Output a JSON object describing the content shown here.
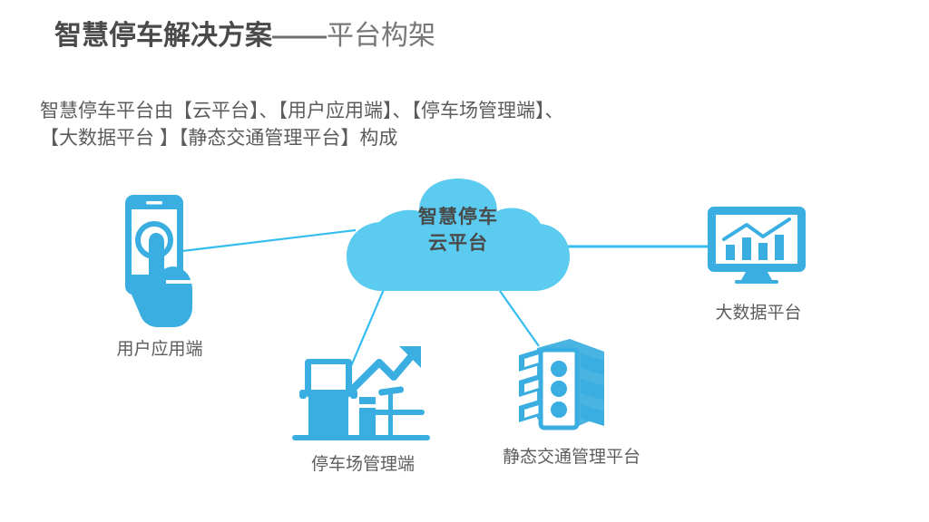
{
  "slide": {
    "title": {
      "main": "智慧停车解决方案",
      "dash": "——",
      "sub": "平台构架"
    },
    "description": {
      "line1": "智慧停车平台由【云平台】、【用户应用端】、【停车场管理端】、",
      "line2": "【大数据平台 】【静态交通管理平台】构成"
    }
  },
  "diagram": {
    "center": {
      "name": "cloud-platform",
      "label_line1": "智慧停车",
      "label_line2": "云平台",
      "icon": "cloud-icon",
      "color": "#5BCBF0",
      "text_color": "#4a4a4a"
    },
    "nodes": [
      {
        "name": "user-application",
        "label": "用户应用端",
        "icon": "smartphone-touch-icon",
        "color": "#3AAEE0"
      },
      {
        "name": "big-data-platform",
        "label": "大数据平台",
        "icon": "monitor-chart-icon",
        "color": "#3AAEE0"
      },
      {
        "name": "parking-lot-management",
        "label": "停车场管理端",
        "icon": "parking-kiosk-barrier-icon",
        "color": "#3AAEE0"
      },
      {
        "name": "static-traffic-management",
        "label": "静态交通管理平台",
        "icon": "traffic-light-icon",
        "color": "#3AAEE0"
      }
    ],
    "connector_color": "#35BDF0"
  }
}
